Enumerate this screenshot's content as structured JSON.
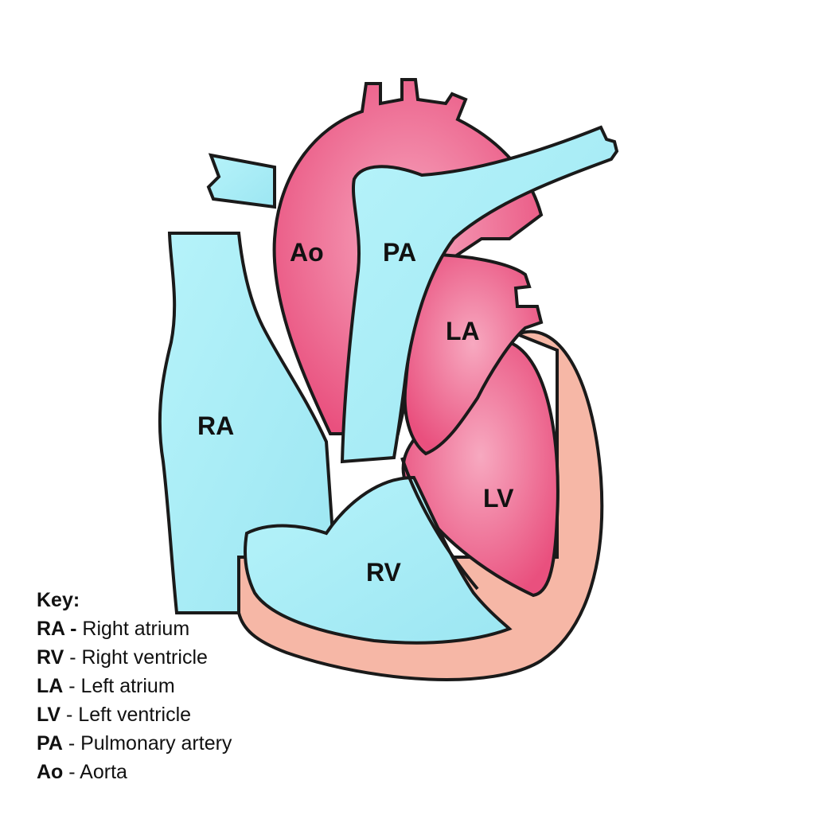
{
  "colors": {
    "deoxygenated": "#a8eef7",
    "oxygenated": "#ec5a86",
    "muscle": "#f6b7a6",
    "outline": "#1a1a1a",
    "background": "#ffffff"
  },
  "labels": {
    "ao": "Ao",
    "pa": "PA",
    "la": "LA",
    "ra": "RA",
    "lv": "LV",
    "rv": "RV"
  },
  "key": {
    "title": "Key:",
    "items": [
      {
        "abbr": "RA -",
        "text": " Right atrium"
      },
      {
        "abbr": "RV",
        "text": " - Right ventricle"
      },
      {
        "abbr": "LA",
        "text": " - Left atrium"
      },
      {
        "abbr": "LV",
        "text": " - Left ventricle"
      },
      {
        "abbr": "PA",
        "text": " - Pulmonary artery"
      },
      {
        "abbr": "Ao",
        "text": " - Aorta"
      }
    ]
  }
}
